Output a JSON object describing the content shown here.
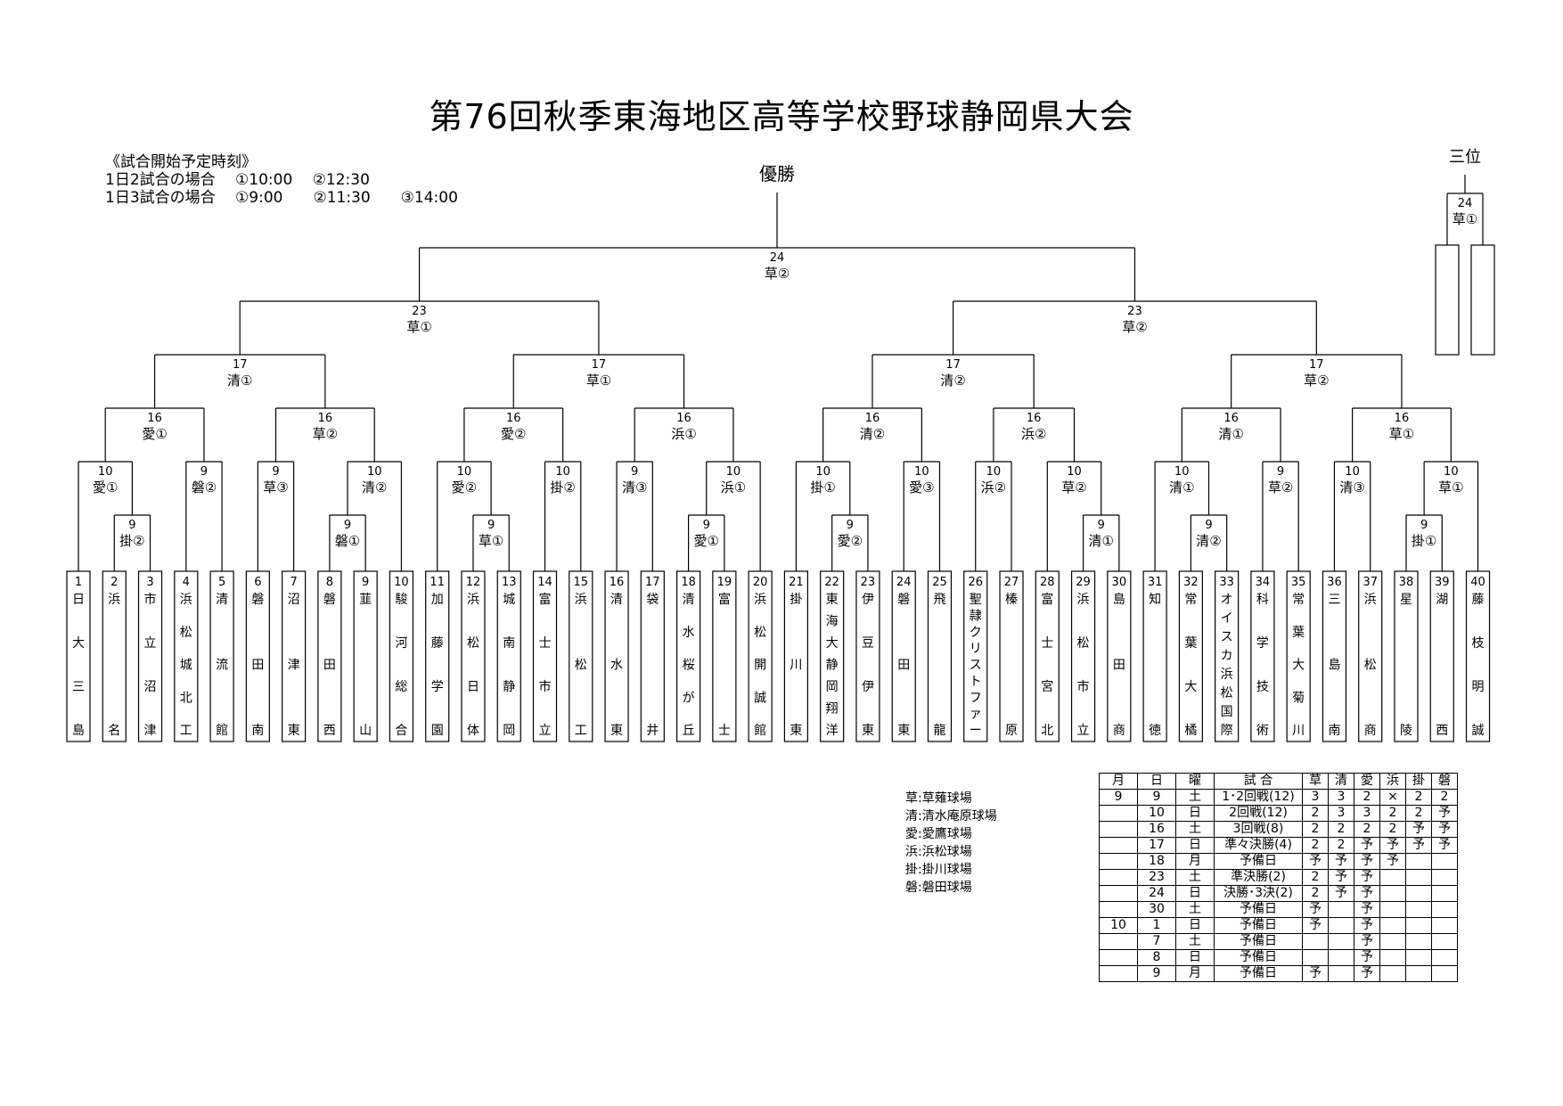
{
  "title": "第76回秋季東海地区高等学校野球静岡県大会",
  "schedule": {
    "heading": "《試合開始予定時刻》",
    "two_games": "1日2試合の場合　 ①10:00　 ②12:30",
    "three_games": "1日3試合の場合　 ①9:00　　②11:30　　③14:00"
  },
  "labels": {
    "champion": "優勝",
    "third_place": "三位"
  },
  "teams": [
    {
      "no": "1",
      "name": "日大三島"
    },
    {
      "no": "2",
      "name": "浜名"
    },
    {
      "no": "3",
      "name": "市立沼津"
    },
    {
      "no": "4",
      "name": "浜松城北工"
    },
    {
      "no": "5",
      "name": "清流館"
    },
    {
      "no": "6",
      "name": "磐田南"
    },
    {
      "no": "7",
      "name": "沼津東"
    },
    {
      "no": "8",
      "name": "磐田西"
    },
    {
      "no": "9",
      "name": "韮山"
    },
    {
      "no": "10",
      "name": "駿河総合"
    },
    {
      "no": "11",
      "name": "加藤学園"
    },
    {
      "no": "12",
      "name": "浜松日体"
    },
    {
      "no": "13",
      "name": "城南静岡"
    },
    {
      "no": "14",
      "name": "富士市立"
    },
    {
      "no": "15",
      "name": "浜松工"
    },
    {
      "no": "16",
      "name": "清水東"
    },
    {
      "no": "17",
      "name": "袋井"
    },
    {
      "no": "18",
      "name": "清水桜が丘"
    },
    {
      "no": "19",
      "name": "富士"
    },
    {
      "no": "20",
      "name": "浜松開誠館"
    },
    {
      "no": "21",
      "name": "掛川東"
    },
    {
      "no": "22",
      "name": "東海大静岡翔洋"
    },
    {
      "no": "23",
      "name": "伊豆伊東"
    },
    {
      "no": "24",
      "name": "磐田東"
    },
    {
      "no": "25",
      "name": "飛龍"
    },
    {
      "no": "26",
      "name": "聖隷クリストファー"
    },
    {
      "no": "27",
      "name": "榛原"
    },
    {
      "no": "28",
      "name": "富士宮北"
    },
    {
      "no": "29",
      "name": "浜松市立"
    },
    {
      "no": "30",
      "name": "島田商"
    },
    {
      "no": "31",
      "name": "知徳"
    },
    {
      "no": "32",
      "name": "常葉大橘"
    },
    {
      "no": "33",
      "name": "オイスカ浜松国際"
    },
    {
      "no": "34",
      "name": "科学技術"
    },
    {
      "no": "35",
      "name": "常葉大菊川"
    },
    {
      "no": "36",
      "name": "三島南"
    },
    {
      "no": "37",
      "name": "浜松商"
    },
    {
      "no": "38",
      "name": "星陵"
    },
    {
      "no": "39",
      "name": "湖西"
    },
    {
      "no": "40",
      "name": "藤枝明誠"
    }
  ],
  "matches": {
    "r1": [
      {
        "date": "9",
        "venue": "掛②"
      },
      {
        "date": "9",
        "venue": "磐①"
      },
      {
        "date": "9",
        "venue": "草①"
      },
      {
        "date": "9",
        "venue": "愛①"
      },
      {
        "date": "9",
        "venue": "愛②"
      },
      {
        "date": "9",
        "venue": "清①"
      },
      {
        "date": "9",
        "venue": "清②"
      },
      {
        "date": "9",
        "venue": "掛①"
      }
    ],
    "r2": [
      {
        "date": "10",
        "venue": "愛①"
      },
      {
        "date": "9",
        "venue": "磐②"
      },
      {
        "date": "9",
        "venue": "草③"
      },
      {
        "date": "10",
        "venue": "清②"
      },
      {
        "date": "10",
        "venue": "愛②"
      },
      {
        "date": "10",
        "venue": "掛②"
      },
      {
        "date": "9",
        "venue": "清③"
      },
      {
        "date": "10",
        "venue": "浜①"
      },
      {
        "date": "10",
        "venue": "掛①"
      },
      {
        "date": "10",
        "venue": "愛③"
      },
      {
        "date": "10",
        "venue": "浜②"
      },
      {
        "date": "10",
        "venue": "草②"
      },
      {
        "date": "10",
        "venue": "清①"
      },
      {
        "date": "9",
        "venue": "草②"
      },
      {
        "date": "10",
        "venue": "清③"
      },
      {
        "date": "10",
        "venue": "草①"
      }
    ],
    "r3": [
      {
        "date": "16",
        "venue": "愛①"
      },
      {
        "date": "16",
        "venue": "草②"
      },
      {
        "date": "16",
        "venue": "愛②"
      },
      {
        "date": "16",
        "venue": "浜①"
      },
      {
        "date": "16",
        "venue": "清②"
      },
      {
        "date": "16",
        "venue": "浜②"
      },
      {
        "date": "16",
        "venue": "清①"
      },
      {
        "date": "16",
        "venue": "草①"
      }
    ],
    "qf": [
      {
        "date": "17",
        "venue": "清①"
      },
      {
        "date": "17",
        "venue": "草①"
      },
      {
        "date": "17",
        "venue": "清②"
      },
      {
        "date": "17",
        "venue": "草②"
      }
    ],
    "sf": [
      {
        "date": "23",
        "venue": "草①"
      },
      {
        "date": "23",
        "venue": "草②"
      }
    ],
    "final": {
      "date": "24",
      "venue": "草②"
    },
    "third": {
      "date": "24",
      "venue": "草①"
    }
  },
  "venue_legend": [
    "草:草薙球場",
    "清:清水庵原球場",
    "愛:愛鷹球場",
    "浜:浜松球場",
    "掛:掛川球場",
    "磐:磐田球場"
  ],
  "schedule_table": {
    "headers": [
      "月",
      "日",
      "曜",
      "試 合",
      "草",
      "清",
      "愛",
      "浜",
      "掛",
      "磐"
    ],
    "rows": [
      [
        "9",
        "9",
        "土",
        "1･2回戦(12)",
        "3",
        "3",
        "2",
        "×",
        "2",
        "2"
      ],
      [
        "",
        "10",
        "日",
        "2回戦(12)",
        "2",
        "3",
        "3",
        "2",
        "2",
        "予"
      ],
      [
        "",
        "16",
        "土",
        "3回戦(8)",
        "2",
        "2",
        "2",
        "2",
        "予",
        "予"
      ],
      [
        "",
        "17",
        "日",
        "準々決勝(4)",
        "2",
        "2",
        "予",
        "予",
        "予",
        "予"
      ],
      [
        "",
        "18",
        "月",
        "予備日",
        "予",
        "予",
        "予",
        "予",
        "",
        ""
      ],
      [
        "",
        "23",
        "土",
        "準決勝(2)",
        "2",
        "予",
        "予",
        "",
        "",
        ""
      ],
      [
        "",
        "24",
        "日",
        "決勝･3決(2)",
        "2",
        "予",
        "予",
        "",
        "",
        ""
      ],
      [
        "",
        "30",
        "土",
        "予備日",
        "予",
        "",
        "予",
        "",
        "",
        ""
      ],
      [
        "10",
        "1",
        "日",
        "予備日",
        "予",
        "",
        "予",
        "",
        "",
        ""
      ],
      [
        "",
        "7",
        "土",
        "予備日",
        "",
        "",
        "予",
        "",
        "",
        ""
      ],
      [
        "",
        "8",
        "日",
        "予備日",
        "",
        "",
        "予",
        "",
        "",
        ""
      ],
      [
        "",
        "9",
        "月",
        "予備日",
        "予",
        "",
        "予",
        "",
        "",
        ""
      ]
    ]
  }
}
